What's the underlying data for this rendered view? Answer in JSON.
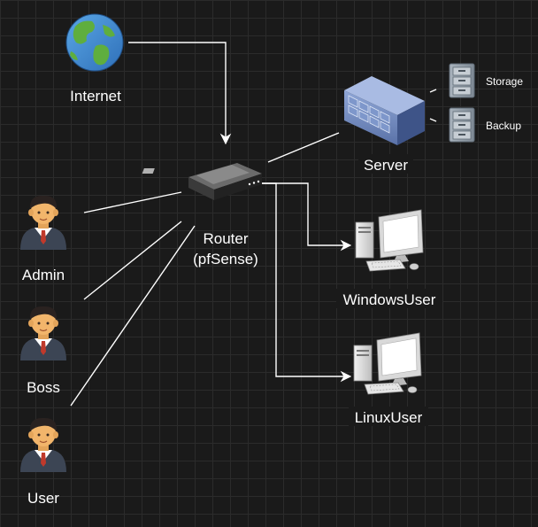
{
  "nodes": {
    "internet": {
      "label": "Internet",
      "icon": "globe-icon"
    },
    "router": {
      "label_line1": "Router",
      "label_line2": "(pfSense)",
      "icon": "router-icon"
    },
    "server": {
      "label": "Server",
      "icon": "server-rack-icon"
    },
    "storage": {
      "label": "Storage",
      "icon": "file-cabinet-icon"
    },
    "backup": {
      "label": "Backup",
      "icon": "file-cabinet-icon"
    },
    "windows_user": {
      "label": "WindowsUser",
      "icon": "desktop-computer-icon"
    },
    "linux_user": {
      "label": "LinuxUser",
      "icon": "desktop-computer-icon"
    },
    "admin": {
      "label": "Admin",
      "icon": "person-icon"
    },
    "boss": {
      "label": "Boss",
      "icon": "person-icon"
    },
    "user": {
      "label": "User",
      "icon": "person-icon"
    }
  },
  "colors": {
    "background": "#1a1a1a",
    "grid": "#2b2b2b",
    "edge": "#ffffff",
    "text": "#ffffff"
  }
}
